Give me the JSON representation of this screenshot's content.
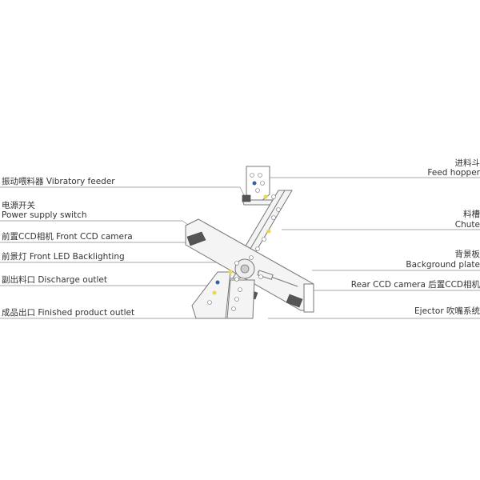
{
  "labels": {
    "feed_hopper_cn": "进料斗",
    "feed_hopper_en": "Feed hopper",
    "vibratory_feeder": "振动喂料器  Vibratory feeder",
    "power_switch_cn": "电源开关",
    "power_switch_en": "Power supply switch",
    "chute_cn": "料槽",
    "chute_en": "Chute",
    "front_ccd": "前置CCD相机  Front CCD camera",
    "front_led": "前景灯  Front LED Backlighting",
    "background_plate_cn": "背景板",
    "background_plate_en": "Background plate",
    "discharge_outlet": "副出料口  Discharge outlet",
    "rear_ccd": "Rear CCD camera  后置CCD相机",
    "finished_outlet": "成品出口 Finished product outlet",
    "ejector": "Ejector  吹嘴系统"
  },
  "colors": {
    "text": "#333333",
    "leader": "#8a8a8a",
    "yellow": "#e8d84a",
    "blue": "#3a5fa0",
    "outline": "#777777"
  }
}
